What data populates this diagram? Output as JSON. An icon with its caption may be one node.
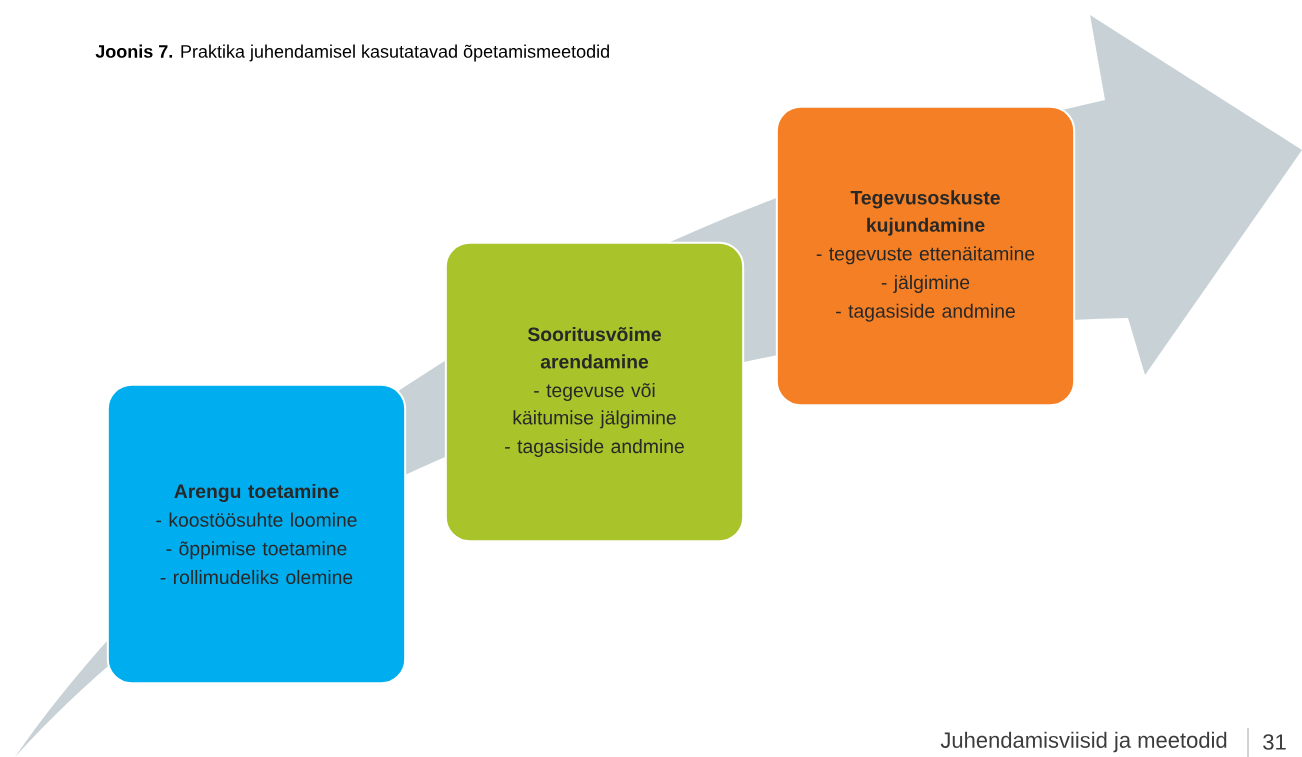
{
  "diagram": {
    "title": "**Joonis 7.** Praktika juhendamisel kasutatavad õpetamismeetodid",
    "nodes": [
      {
        "text": [
          "Arengu toetamine",
          "- koostöösuhte loomine",
          "- õppimise toetamine",
          "- rollimudeliks olemine"
        ]
      },
      {
        "text": [
          "Sooritusvõime arendamine",
          "- tegevuse või käitumise jälgimine",
          "- tagasiside andmine"
        ]
      },
      {
        "text": [
          "Tegevusoskuste kujundamine",
          "- tegevuste ettenäitamine",
          "- jälgimine",
          "- tagasiside andmine"
        ]
      }
    ],
    "labels": [
      "Juhendamisviisid ja meetodid",
      "31"
    ]
  }
}
